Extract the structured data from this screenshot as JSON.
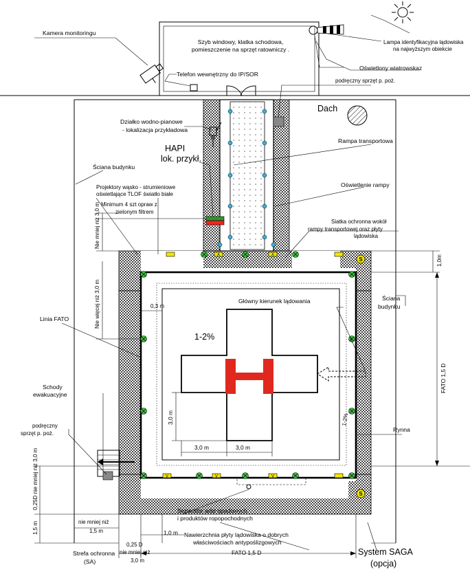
{
  "labels": {
    "kamera": "Kamera monitoringu",
    "szyb_1": "Szyb windowy, klatka schodowa,",
    "szyb_2": "pomieszczenie na sprzęt ratowniczy .",
    "telefon": "Telefon wewnętrzny do IP/SOR",
    "lampa_1": "Lampa identyfikacyjna lądowiska",
    "lampa_2": "na najwyższym obiekcie",
    "wiatrowskaz": "Oświetlony wiatrowskaz",
    "sprzet_top": "podręczny sprzęt p. poż.",
    "dzialko_1": "Działko wodno-pianowe",
    "dzialko_2": "- lokalizacja przykładowa",
    "dach": "Dach",
    "rampa": "Rampa transportowa",
    "sciana_left": "Ściana budynku",
    "hapi_1": "HAPI",
    "hapi_2": "lok. przykł.",
    "projektory_1": "Projektory wąsko - strumieniowe",
    "projektory_2": "oświetlające TLOF światło białe",
    "oswietlenie_rampy": "Oświetlenie rampy",
    "minimum_1": "Minimum 4 szt opraw z",
    "minimum_2": "zielonym filtrem",
    "siatka_1": "Siatka ochronna wokół",
    "siatka_2": "rampy transportowej oraz płyty",
    "siatka_3": "lądowiska",
    "nie_mniej_3m": "Nie mniej niż 3,0 m",
    "nie_wiecej_3m": "Nie więcej niż 3,0 m",
    "dim_1m": "1,0m",
    "dim_03": "0,3 m",
    "glowny": "Główny kierunek lądowania",
    "linia_fato": "Linia FATO",
    "slope": "1-2%",
    "slope_right": "1-2%",
    "sciana_right_1": "Ściana",
    "sciana_right_2": "budynku",
    "fato_vertical": "FATO 1,5 D",
    "schody_1": "Schody",
    "schody_2": "ewakuacyjne",
    "dim_3m_v": "3,0 m",
    "dim_3m_a": "3,0 m",
    "dim_3m_b": "3,0 m",
    "rynna": "Rynna",
    "sprzet_left_1": "podręczny",
    "sprzet_left_2": "sprzęt p. poż.",
    "d025_v": "0,25D nie mniej niż 3,0 m",
    "separator_1": "Separator wód opadowych",
    "separator_2": "i produktów ropopochodnych",
    "dim_15m_v": "1,5 m",
    "nie_mniej_15_1": "nie mniej niż",
    "nie_mniej_15_2": "1,5 m",
    "dim_10m_b": "1,0 m",
    "nawierzchnia_1": "Nawierzchnia płyty lądowiska o dobrych",
    "nawierzchnia_2": "właściwościach antypoślizgowych",
    "d025_h_1": "0,25 D",
    "d025_h_2": "nie mniej niż",
    "d025_h_3": "3,0 m",
    "strefa_1": "Strefa ochronna",
    "strefa_2": "(SA)",
    "fato_bottom": "FATO 1,5 D",
    "saga_1": "System SAGA",
    "saga_2": "(opcja)",
    "light_s": "S",
    "light_v": "V",
    "light_a": "A"
  },
  "colors": {
    "helipad_h": "#e0281e",
    "green_light": "#37c23a",
    "yellow_light": "#f2e600",
    "blue_light": "#34b3dd",
    "hapi_red": "#ff2020",
    "hapi_green": "#2a9a2a",
    "hatch": "#555555"
  }
}
